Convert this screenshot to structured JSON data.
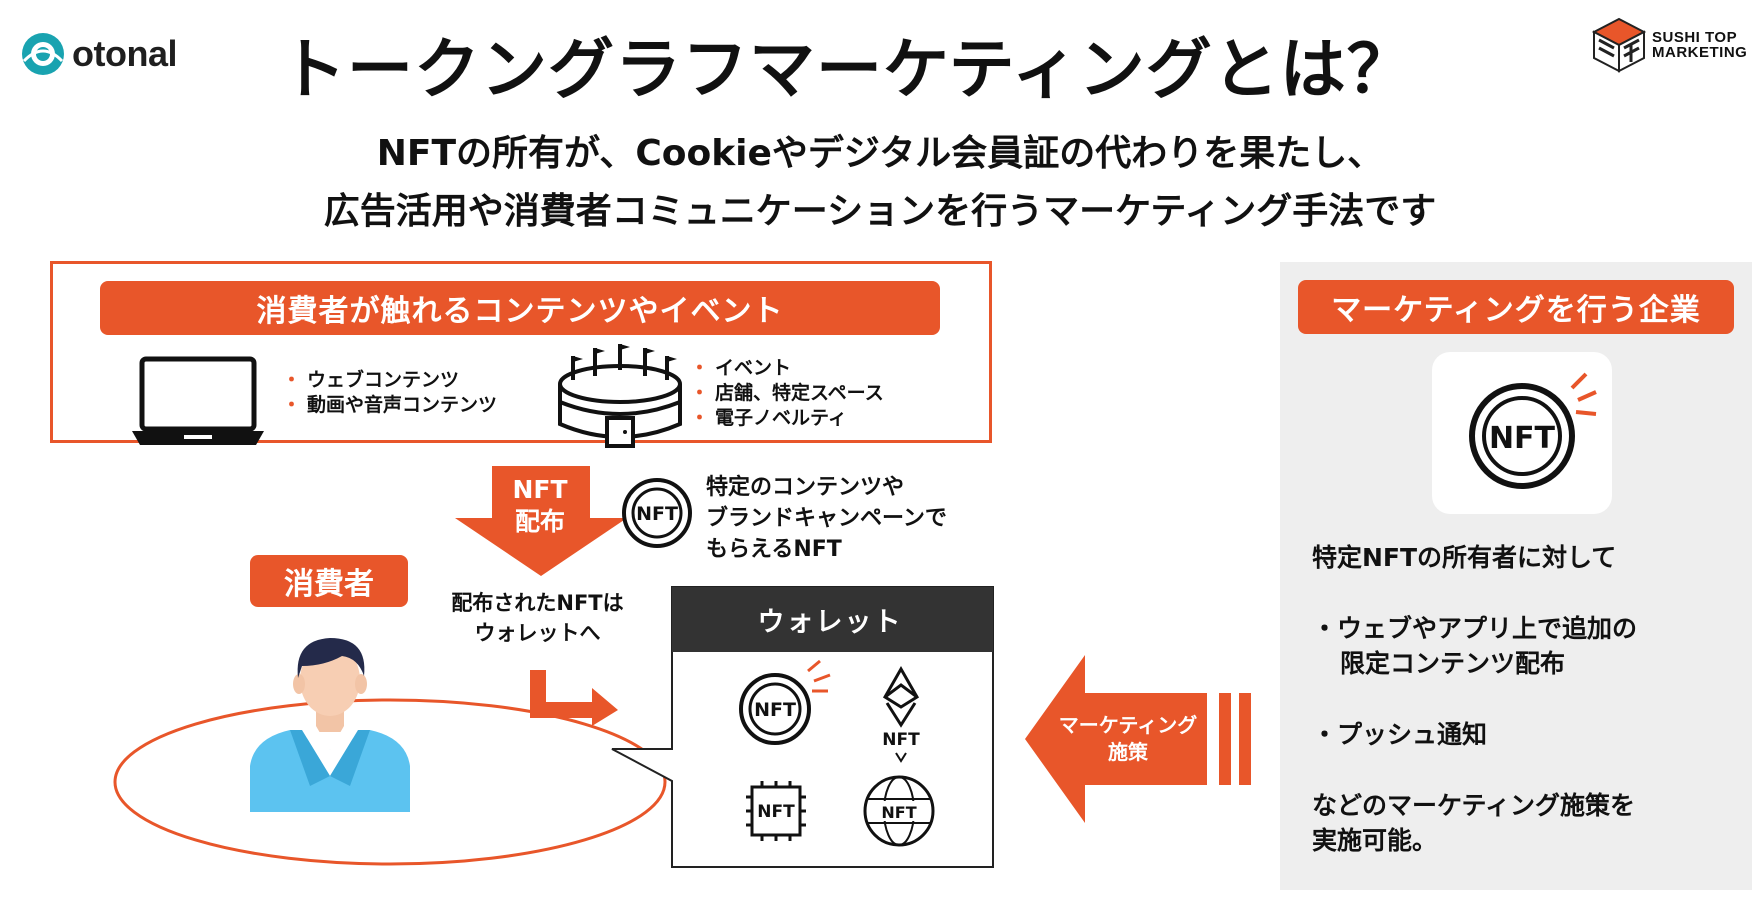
{
  "header": {
    "brand_left": "otonal",
    "brand_right_line1": "SUSHI TOP",
    "brand_right_line2": "MARKETING",
    "title": "トークングラフマーケティングとは？",
    "subtitle_line1": "NFTの所有が、Cookieやデジタル会員証の代わりを果たし、",
    "subtitle_line2": "広告活用や消費者コミュニケーションを行うマーケティング手法です"
  },
  "contents_section": {
    "header": "消費者が触れるコンテンツやイベント",
    "web_items": [
      "ウェブコンテンツ",
      "動画や音声コンテンツ"
    ],
    "event_items": [
      "イベント",
      "店舗、特定スペース",
      "電子ノベルティ"
    ],
    "bullet_symbol": "・"
  },
  "distribution": {
    "arrow_label_line1": "NFT",
    "arrow_label_line2": "配布",
    "nft_badge_text": "NFT",
    "description_lines": [
      "特定のコンテンツや",
      "ブランドキャンペーンで",
      "もらえるNFT"
    ]
  },
  "consumer": {
    "label": "消費者",
    "wallet_note_line1": "配布されたNFTは",
    "wallet_note_line2": "ウォレットへ"
  },
  "wallet": {
    "title": "ウォレット",
    "icon_text": "NFT"
  },
  "marketing_arrow": {
    "label_line1": "マーケティング",
    "label_line2": "施策"
  },
  "company": {
    "header": "マーケティングを行う企業",
    "nft_icon_text": "NFT",
    "lead": "特定NFTの所有者に対して",
    "item1_line1": "・ウェブやアプリ上で追加の",
    "item1_line2": "限定コンテンツ配布",
    "item2": "・プッシュ通知",
    "closing_line1": "などのマーケティング施策を",
    "closing_line2": "実施可能。"
  },
  "colors": {
    "accent": "#e8562a",
    "wallet_header": "#333333",
    "panel_bg": "#eeeeee"
  }
}
